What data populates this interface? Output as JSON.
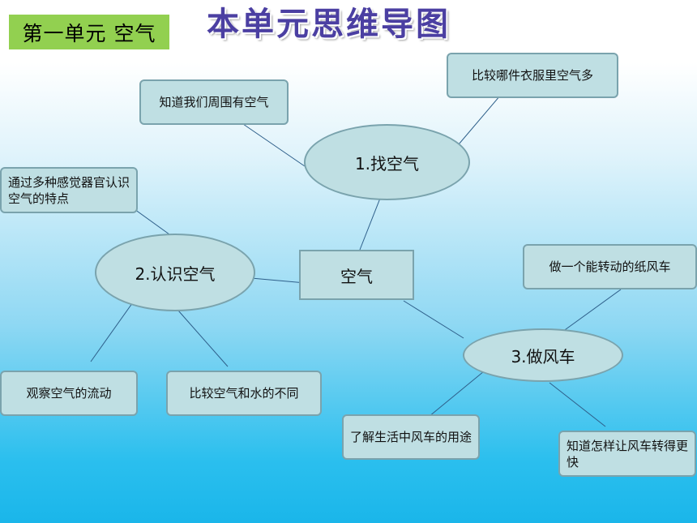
{
  "unit_label": "第一单元 空气",
  "title": "本单元思维导图",
  "center": "空气",
  "branches": {
    "find_air": "1.找空气",
    "know_air": "2.认识空气",
    "pinwheel": "3.做风车"
  },
  "notes": {
    "know_around": "知道我们周围有空气",
    "compare_clothes": "比较哪件衣服里空气多",
    "senses": "通过多种感觉器官认识空气的特点",
    "observe_flow": "观察空气的流动",
    "compare_water": "比较空气和水的不同",
    "make_pinwheel": "做一个能转动的纸风车",
    "uses": "了解生活中风车的用途",
    "faster": "知道怎样让风车转得更快"
  },
  "colors": {
    "node_fill": "#bfdfe3",
    "node_border": "#7aa3ad",
    "connector": "#2e5f8a",
    "title": "#4b3fa2",
    "unit_label_bg": "#92d050"
  }
}
